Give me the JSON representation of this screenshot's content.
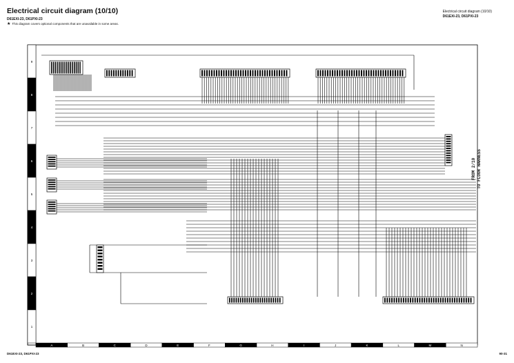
{
  "header": {
    "title": "Electrical circuit diagram (10/10)",
    "model": "D61EXI-23, D61PXI-23",
    "note": "This diagram covers optional components that are unavailable in some areas.",
    "right_title": "Electrical circuit diagram (10/10)",
    "right_model": "D61EXI-23, D61PXI-23"
  },
  "footer": {
    "left": "D61EXI-23, D61PXI-23",
    "right": "90-31"
  },
  "grid": {
    "columns": [
      "A",
      "B",
      "C",
      "D",
      "E",
      "F",
      "G",
      "H",
      "I",
      "J",
      "K",
      "L",
      "M",
      "N"
    ],
    "rows": [
      "9",
      "8",
      "7",
      "6",
      "5",
      "4",
      "3",
      "2",
      "1"
    ]
  },
  "side_label": {
    "line1": "FROM 2/10",
    "line2": "TO FLOOR HARNESS"
  },
  "diagram": {
    "title": "",
    "nodes": [
      {
        "id": "conn-top-left"
      },
      {
        "id": "conn-top-2"
      },
      {
        "id": "conn-top-bank-1"
      },
      {
        "id": "conn-top-bank-2"
      },
      {
        "id": "conn-bottom-bank-1"
      },
      {
        "id": "conn-bottom-bank-2"
      },
      {
        "id": "side-connector"
      },
      {
        "id": "sensor-1"
      },
      {
        "id": "sensor-2"
      },
      {
        "id": "sensor-3"
      },
      {
        "id": "sensor-4"
      }
    ],
    "edges_summary": ""
  }
}
